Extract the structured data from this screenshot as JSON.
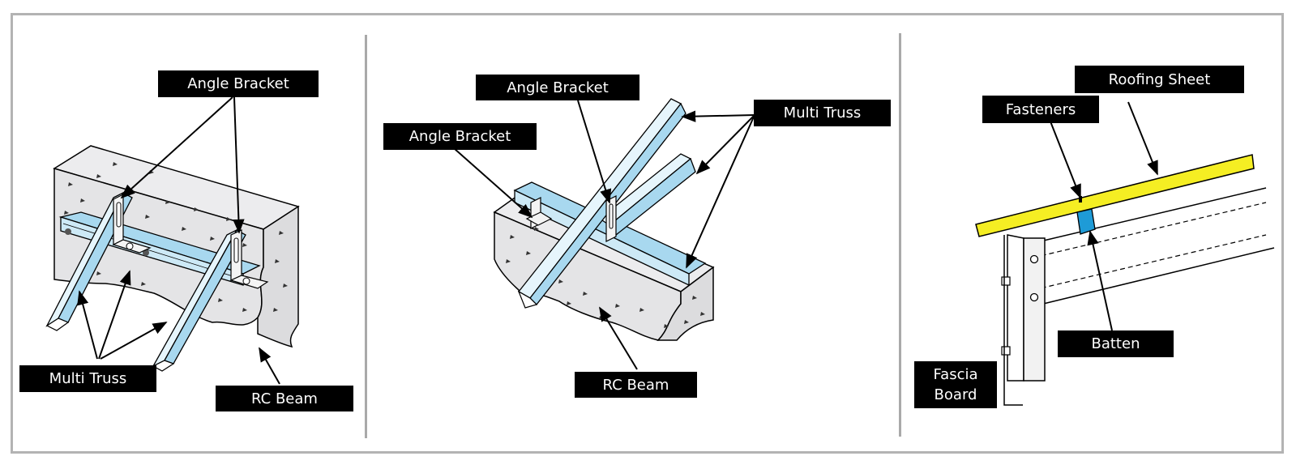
{
  "panels": [
    {
      "id": "left",
      "labels": {
        "angle_bracket": "Angle Bracket",
        "multi_truss": "Multi Truss",
        "rc_beam": "RC Beam"
      }
    },
    {
      "id": "middle",
      "labels": {
        "angle_bracket_top": "Angle Bracket",
        "angle_bracket_left": "Angle Bracket",
        "multi_truss": "Multi Truss",
        "rc_beam": "RC Beam"
      }
    },
    {
      "id": "right",
      "labels": {
        "roofing_sheet": "Roofing Sheet",
        "fasteners": "Fasteners",
        "batten": "Batten",
        "fascia_board_line1": "Fascia",
        "fascia_board_line2": "Board"
      }
    }
  ],
  "colors": {
    "label_background": "#000000",
    "label_text": "#ffffff",
    "concrete": "#e4e4e6",
    "steel_light": "#d9f0fb",
    "steel_blue": "#a8d8ef",
    "roofing_sheet": "#f5ee23",
    "batten": "#1e9bd7",
    "frame_border": "#b3b3b3"
  },
  "icons": [
    "angle-bracket-icon",
    "truss-icon",
    "concrete-beam-icon",
    "fascia-board-icon",
    "batten-icon",
    "roofing-sheet-icon"
  ]
}
